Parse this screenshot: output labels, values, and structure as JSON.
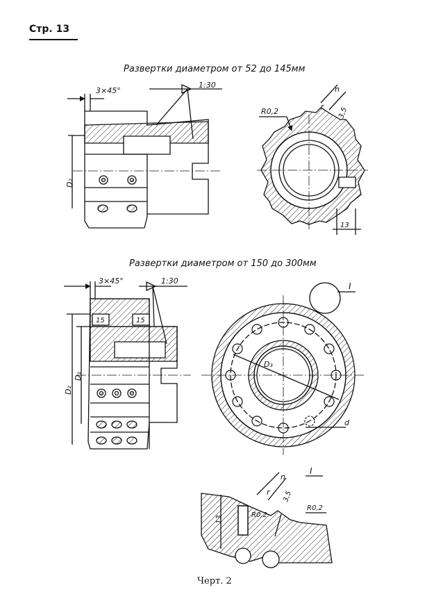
{
  "header": {
    "page_number": "Стр. 13"
  },
  "section1": {
    "title": "Развертки диаметром от 52 до 145мм",
    "chamfer": "3×45°",
    "taper": "1:30",
    "diameter": "D₂",
    "radius": "R0,2",
    "dim_n": "n",
    "dim_r": "r",
    "dim_35": "3,5",
    "dim_13": "13"
  },
  "section2": {
    "title": "Развертки диаметром от 150 до 300мм",
    "chamfer": "3×45°",
    "taper": "1:30",
    "dim_15a": "15",
    "dim_15b": "15",
    "diameter_d2": "D₂",
    "diameter_d1": "D₁",
    "diameter_d3": "D₃",
    "callout": "I",
    "hole": "d"
  },
  "detail": {
    "label": "I",
    "dim_n": "n",
    "dim_r": "r",
    "dim_35": "3,5",
    "dim_13": "13",
    "radius_a": "R0,2",
    "radius_b": "R0,2"
  },
  "caption": "Черт. 2"
}
